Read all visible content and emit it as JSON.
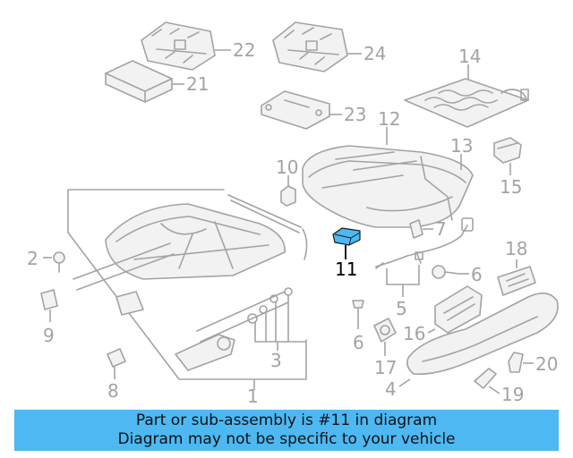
{
  "diagram": {
    "highlight_color": "#4db8f2",
    "callouts": {
      "c1": "1",
      "c2": "2",
      "c3": "3",
      "c4": "4",
      "c5": "5",
      "c6a": "6",
      "c6b": "6",
      "c7": "7",
      "c8": "8",
      "c9": "9",
      "c10": "10",
      "c11": "11",
      "c12": "12",
      "c13": "13",
      "c14": "14",
      "c15": "15",
      "c16": "16",
      "c17": "17",
      "c18": "18",
      "c19": "19",
      "c20": "20",
      "c21": "21",
      "c22": "22",
      "c23": "23",
      "c24": "24"
    }
  },
  "banner": {
    "line1": "Part or sub-assembly is #11 in diagram",
    "line2": "Diagram may not be specific to your vehicle"
  }
}
